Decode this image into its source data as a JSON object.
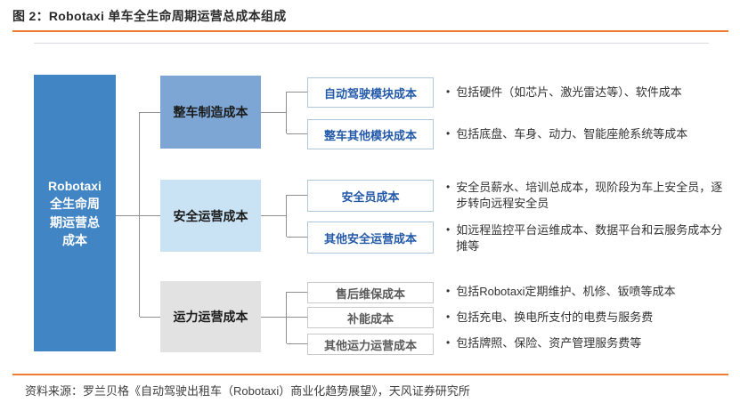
{
  "page": {
    "title": "图 2：Robotaxi 单车全生命周期运营总成本组成",
    "source": "资料来源：罗兰贝格《自动驾驶出租车（Robotaxi）商业化趋势展望》，天风证券研究所",
    "bullet_char": "•"
  },
  "colors": {
    "accent_orange": "#ED7D31",
    "root_blue": "#4285C4",
    "level1_medium_blue": "#7EA6D5",
    "level1_light_blue": "#C9E2F4",
    "level1_gray": "#E2E2E2",
    "sub_text_blue": "#2359A9",
    "sub_border_blue": "#AFC7DF",
    "sub_text_gray": "#5A5A5A",
    "sub_border_gray": "#C9C9C9",
    "connector_gray": "#8F8F8F"
  },
  "diagram": {
    "root_label": "Robotaxi\n全生命周\n期运营总\n成本",
    "groups": [
      {
        "label": "整车制造成本",
        "children": [
          {
            "box": "自动驾驶模块成本",
            "desc": "包括硬件（如芯片、激光雷达等）、软件成本"
          },
          {
            "box": "整车其他模块成本",
            "desc": "包括底盘、车身、动力、智能座舱系统等成本"
          }
        ]
      },
      {
        "label": "安全运营成本",
        "children": [
          {
            "box": "安全员成本",
            "desc": "安全员薪水、培训总成本，现阶段为车上安全员，逐步转向远程安全员"
          },
          {
            "box": "其他安全运营成本",
            "desc": "如远程监控平台运维成本、数据平台和云服务成本分摊等"
          }
        ]
      },
      {
        "label": "运力运营成本",
        "children": [
          {
            "box": "售后维保成本",
            "desc": "包括Robotaxi定期维护、机修、钣喷等成本"
          },
          {
            "box": "补能成本",
            "desc": "包括充电、换电所支付的电费与服务费"
          },
          {
            "box": "其他运力运营成本",
            "desc": "包括牌照、保险、资产管理服务费等"
          }
        ]
      }
    ]
  }
}
